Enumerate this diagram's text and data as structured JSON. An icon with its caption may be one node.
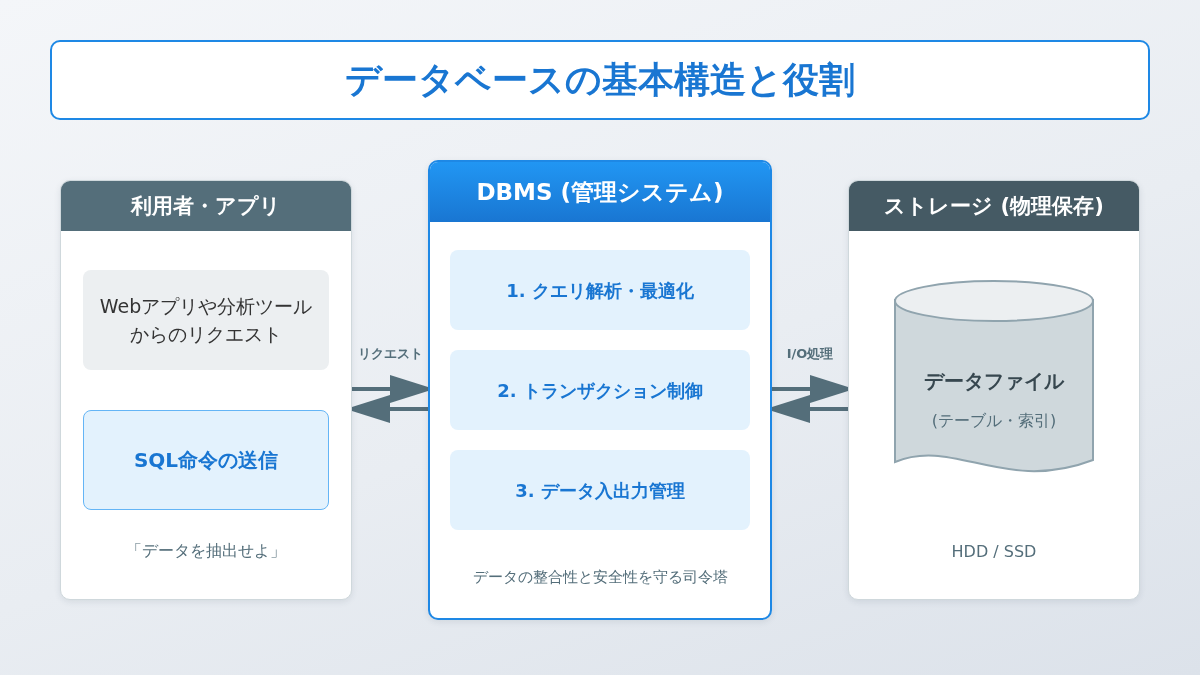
{
  "diagram": {
    "title": "データベースの基本構造と役割",
    "nodes": [
      {
        "text": [
          "利用者・アプリ",
          "「データを抽出せよ」"
        ]
      },
      {
        "text": [
          "Webアプリや分析ツールからのリクエスト"
        ],
        "in": 0
      },
      {
        "text": [
          "SQL命令の送信"
        ],
        "in": 0
      },
      {
        "text": [
          "DBMS (管理システム)",
          "データの整合性と安全性を守る司令塔"
        ]
      },
      {
        "text": [
          "1. クエリ解析・最適化"
        ],
        "in": 3
      },
      {
        "text": [
          "2. トランザクション制御"
        ],
        "in": 3
      },
      {
        "text": [
          "3. データ入出力管理"
        ],
        "in": 3
      },
      {
        "text": [
          "ストレージ (物理保存)",
          "HDD / SSD"
        ]
      },
      {
        "text": [
          "データファイル",
          "(テーブル・索引)"
        ],
        "in": 7
      }
    ],
    "edges": [
      {
        "from": 0,
        "to": 3,
        "arrow": "to",
        "label": "リクエスト"
      },
      {
        "from": 3,
        "to": 0,
        "arrow": "to"
      },
      {
        "from": 3,
        "to": 7,
        "arrow": "to",
        "label": "I/O処理"
      },
      {
        "from": 7,
        "to": 3,
        "arrow": "to"
      }
    ]
  }
}
